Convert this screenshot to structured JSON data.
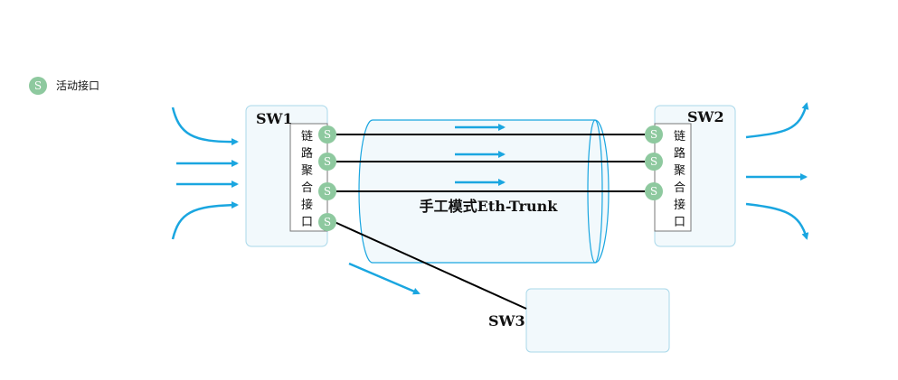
{
  "legend": {
    "port_letter": "S",
    "label": "活动接口"
  },
  "sw1": {
    "name": "SW1",
    "agg_label": "链路聚合接口",
    "ports": [
      "S",
      "S",
      "S",
      "S"
    ]
  },
  "sw2": {
    "name": "SW2",
    "agg_label": "链路聚合接口",
    "ports": [
      "S",
      "S",
      "S"
    ]
  },
  "sw3": {
    "name": "SW3"
  },
  "trunk": {
    "label": "手工模式Eth-Trunk"
  },
  "colors": {
    "arrow": "#1aa6e0",
    "port_fill": "#8ec99f",
    "box_fill": "#f2f9fc",
    "box_border": "#a9d8ea",
    "link": "#000000"
  }
}
